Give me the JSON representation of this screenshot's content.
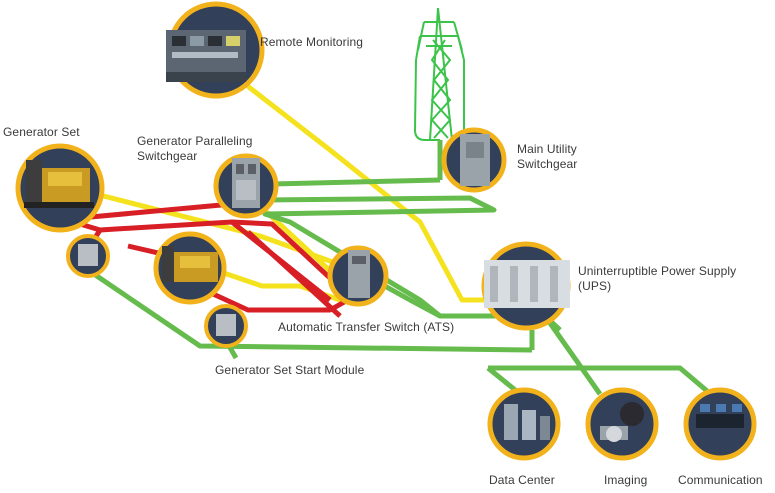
{
  "colors": {
    "yellow": "#f5e21e",
    "red": "#d81f26",
    "green": "#66bb4d",
    "tower": "#3cc34a",
    "badge_ring": "#f2b21b",
    "badge_fill": "#33405a",
    "label_text": "#3a3a3a"
  },
  "labels": {
    "remote_monitoring": "Remote Monitoring",
    "generator_set": "Generator Set",
    "paralleling_line1": "Generator Paralleling",
    "paralleling_line2": "Switchgear",
    "main_utility_line1": "Main Utility",
    "main_utility_line2": "Switchgear",
    "ups_line1": "Uninterruptible Power Supply",
    "ups_line2": "(UPS)",
    "ats": "Automatic Transfer Switch (ATS)",
    "start_module": "Generator Set Start Module",
    "data_center": "Data Center",
    "imaging": "Imaging",
    "communication": "Communication"
  },
  "icons": {
    "remote_monitoring": "control-console-icon",
    "generator": "generator-engine-icon",
    "cabinet": "switchgear-cabinet-icon",
    "ups": "ups-rack-icon",
    "tower": "transmission-tower-icon",
    "data_center": "server-room-icon",
    "imaging": "medical-imaging-icon",
    "communication": "control-room-icon"
  }
}
